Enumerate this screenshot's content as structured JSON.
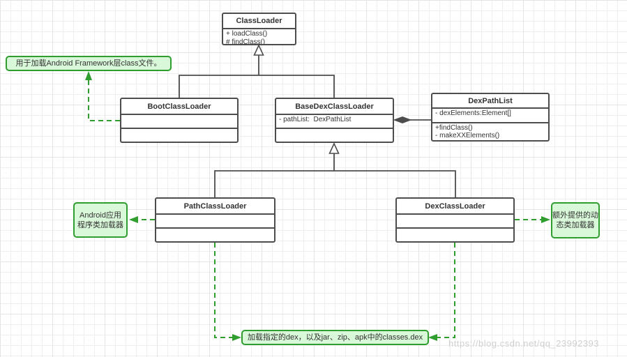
{
  "colors": {
    "box_border": "#4d4d4d",
    "box_fill": "#ffffff",
    "line": "#4d4d4d",
    "text": "#333333",
    "note_fill": "#d9f7d9",
    "note_border": "#2f9e2f",
    "watermark": "#cccccc",
    "grid": "#efefef",
    "grid_major": "#e4e4e4"
  },
  "classes": {
    "classloader": {
      "name": "ClassLoader",
      "method1": "+ loadClass()",
      "method2": "# findClass()"
    },
    "bootclassloader": {
      "name": "BootClassLoader"
    },
    "basedexclassloader": {
      "name": "BaseDexClassLoader",
      "field1": "- pathList:  DexPathList"
    },
    "dexpathlist": {
      "name": "DexPathList",
      "field1": "- dexElements:Element[]",
      "method1": "+findClass()",
      "method2": "- makeXXElements()"
    },
    "pathclassloader": {
      "name": "PathClassLoader"
    },
    "dexclassloader": {
      "name": "DexClassLoader"
    }
  },
  "notes": {
    "framework": {
      "text": "用于加载Android Framework层class文件。"
    },
    "app_loader": {
      "text": "Android应用\n程序类加载器"
    },
    "dynamic_loader": {
      "text": "额外提供的动\n态类加载器"
    },
    "dex_note": {
      "text": "加载指定的dex，以及jar、zip、apk中的classes.dex"
    }
  },
  "watermark": {
    "text": "https://blog.csdn.net/qq_23992393"
  }
}
